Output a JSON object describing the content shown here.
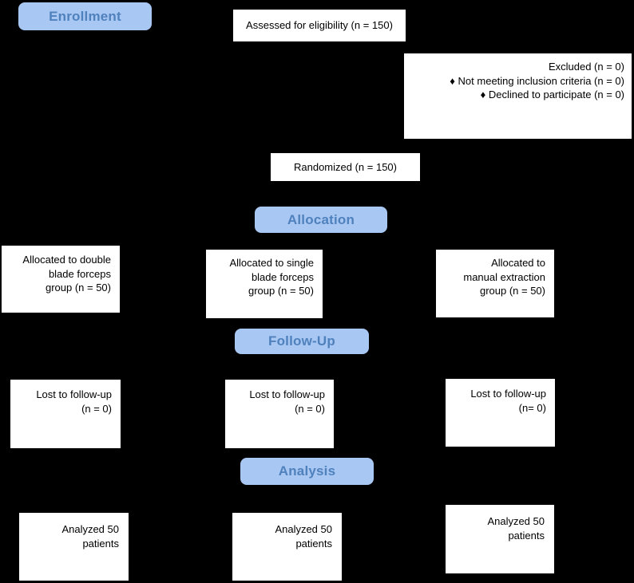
{
  "colors": {
    "background": "#000000",
    "badge_fill": "#a9c7f3",
    "badge_text": "#4f81bd",
    "box_fill": "#ffffff",
    "box_text": "#000000"
  },
  "phases": {
    "enrollment": "Enrollment",
    "allocation": "Allocation",
    "follow_up": "Follow-Up",
    "analysis": "Analysis"
  },
  "enrollment": {
    "assessed": "Assessed for eligibility (n = 150)",
    "excluded": "Excluded (n = 0)\n♦ Not meeting inclusion criteria (n = 0)\n♦ Declined to participate (n = 0)",
    "randomized": "Randomized (n = 150)"
  },
  "allocation": {
    "double_blade": "Allocated to double\nblade forceps\ngroup (n = 50)",
    "single_blade": "Allocated to single\nblade forceps\ngroup (n = 50)",
    "manual": "Allocated to\nmanual extraction\ngroup (n = 50)"
  },
  "follow_up": {
    "double_blade": "Lost to follow-up\n(n = 0)",
    "single_blade": "Lost to follow-up\n(n = 0)",
    "manual": "Lost to follow-up\n(n= 0)"
  },
  "analysis": {
    "double_blade": "Analyzed 50\npatients",
    "single_blade": "Analyzed 50\npatients",
    "manual": "Analyzed 50\npatients"
  }
}
